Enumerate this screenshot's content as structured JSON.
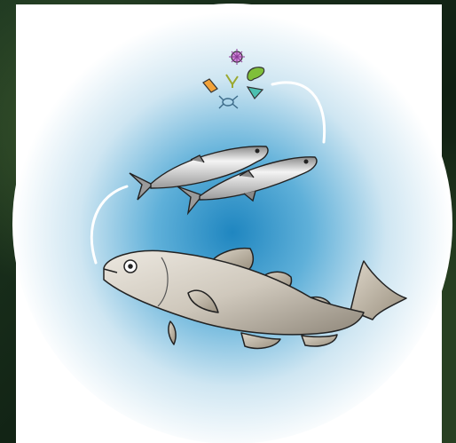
{
  "figure": {
    "description_items": [
      "plankton-cluster",
      "small-fish-pair",
      "large-fish"
    ],
    "colors": {
      "background_outer": "#1b2e1c",
      "panel": "#ffffff",
      "water_center": "#2c92c7",
      "water_edge": "#ffffff",
      "fish_body": "#c9c3b8",
      "fish_outline": "#222222",
      "arrow": "#ffffff"
    }
  }
}
